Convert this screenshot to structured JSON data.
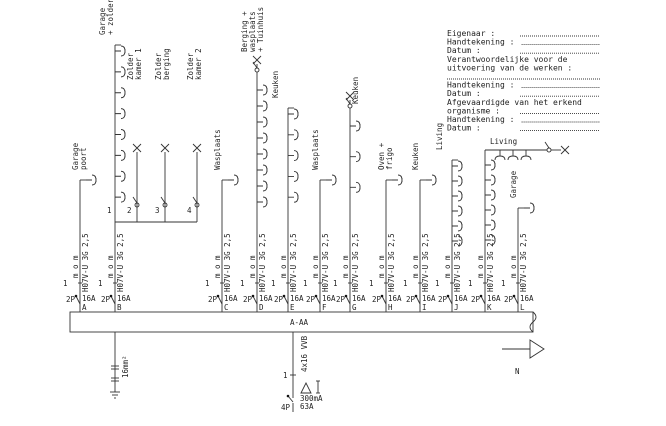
{
  "title_block": {
    "lines": [
      {
        "text": "Eigenaar :",
        "dotted": true
      },
      {
        "text": "Handtekening :",
        "dotted": true
      },
      {
        "text": "Datum :",
        "dotted": true
      },
      {
        "text": "Verantwoordelijke voor de",
        "dotted": false
      },
      {
        "text": "uitvoering van de werken :",
        "dotted": false
      },
      {
        "text": "",
        "dotted": true
      },
      {
        "text": "Handtekening :",
        "dotted": true
      },
      {
        "text": "Datum :",
        "dotted": true
      },
      {
        "text": "Afgevaardigde van het erkend",
        "dotted": false
      },
      {
        "text": "organisme :",
        "dotted": true
      },
      {
        "text": "Handtekening :",
        "dotted": true
      },
      {
        "text": "Datum :",
        "dotted": true
      }
    ]
  },
  "bus_label": "A-AA",
  "breaker_poles": "2P",
  "breaker_rating": "16A",
  "cable_spec": "H07V-U 3G 2,5",
  "cable_mode": "m o m",
  "count_label": "1",
  "circuits": [
    {
      "letter": "A",
      "rooms": [
        "Garage",
        "poort"
      ],
      "sockets": 1
    },
    {
      "letter": "B",
      "rooms": [
        "Garage",
        "+ zolder"
      ],
      "sockets": 8,
      "lamps": [
        {
          "num": "2",
          "rooms": [
            "Zolder",
            "kamer 1"
          ]
        },
        {
          "num": "3",
          "rooms": [
            "Zolder",
            "berging"
          ]
        },
        {
          "num": "4",
          "rooms": [
            "Zolder",
            "kamer 2"
          ]
        }
      ]
    },
    {
      "letter": "C",
      "rooms": [
        "Wasplaats"
      ],
      "sockets": 1
    },
    {
      "letter": "D",
      "rooms": [
        "Berging +",
        "wasplaats",
        "+ Tuinhuis"
      ],
      "sockets": 8,
      "lamp": true
    },
    {
      "letter": "E",
      "rooms": [
        "Keuken"
      ],
      "sockets": 5
    },
    {
      "letter": "F",
      "rooms": [
        "Wasplaats"
      ],
      "sockets": 1
    },
    {
      "letter": "G",
      "rooms": [
        "Keuken"
      ],
      "sockets": 3,
      "lamp": true
    },
    {
      "letter": "H",
      "rooms": [
        "Oven +",
        "frigo"
      ],
      "sockets": 1
    },
    {
      "letter": "I",
      "rooms": [
        "Keuken"
      ],
      "sockets": 1
    },
    {
      "letter": "J",
      "rooms": [
        "Living"
      ],
      "sockets": 6
    },
    {
      "letter": "K",
      "rooms": [
        "Living"
      ],
      "sockets": 6,
      "top_sockets": 3,
      "lamp": true
    },
    {
      "letter": "L",
      "rooms": [
        "Garage"
      ],
      "sockets": 1
    }
  ],
  "earth": {
    "section": "16mm²"
  },
  "main": {
    "cable": "4x16 VVB",
    "count": "1",
    "differential": "300mA",
    "rating": "63A",
    "poles": "4P"
  },
  "north_label": "N"
}
